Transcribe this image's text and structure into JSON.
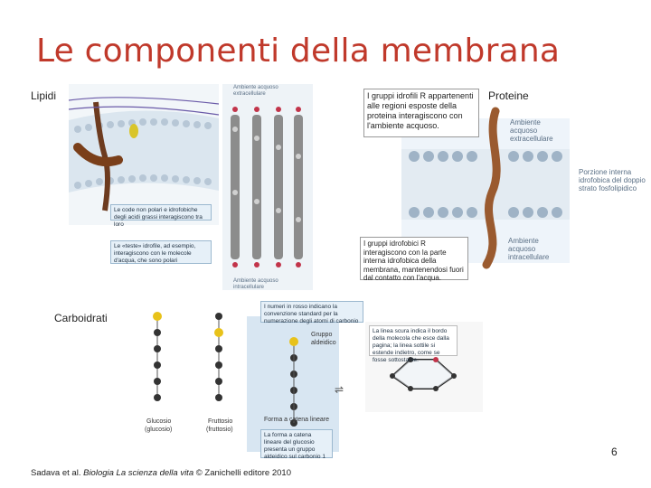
{
  "slide": {
    "title": "Le componenti della membrana",
    "page_number": "6"
  },
  "labels": {
    "lipidi": "Lipidi",
    "proteine": "Proteine",
    "carboidrati": "Carboidrati"
  },
  "lipid_panel": {
    "top_label": "Ambiente acquoso extracellulare",
    "bottom_label": "Ambiente acquoso intracellulare",
    "callout_1": "Le code non polari e idrofobiche degli acidi grassi interagiscono tra loro",
    "callout_2": "Le «teste» idrofile, ad esempio, interagiscono con le molecole d'acqua, che sono polari"
  },
  "protein_panel": {
    "callout_top": "I gruppi idrofili R appartenenti alle regioni esposte della proteina interagiscono con l'ambiente acquoso.",
    "callout_bottom": "I gruppi idrofobici R interagiscono con la parte interna idrofobica della membrana, mantenendosi fuori dal contatto con l'acqua.",
    "label_extracellular": "Ambiente acquoso extracellulare",
    "label_interior": "Porzione interna idrofobica del doppio strato fosfolipidico",
    "label_intracellular": "Ambiente acquoso intracellulare"
  },
  "carb_panel": {
    "callout_numbers": "I numeri in rosso indicano la convenzione standard per la numerazione degli atomi di carbonio",
    "callout_ring": "La linea scura indica il bordo della molecola che esce dalla pagina; la linea sottile si estende indietro, come se fosse sottostante.",
    "callout_linear": "La forma a catena lineare del glucosio presenta un gruppo aldeidico sul carbonio 1",
    "glucose_label": "Glucosio",
    "glucose_sub": "(glucosio)",
    "fructose_label": "Fruttosio",
    "fructose_sub": "(fruttosio)",
    "aldehyde_label": "Gruppo aldeidico",
    "linear_label": "Forma a catena lineare"
  },
  "footer": {
    "authors": "Sadava et al. ",
    "book": "Biologia La scienza della vita",
    "publisher": " © Zanichelli editore 2010"
  },
  "colors": {
    "title": "#c0392b",
    "membrane_head": "#9fb3c6",
    "water": "#dbe9f5",
    "protein": "#9a5a2f",
    "callout_bg": "#e6f0f8"
  }
}
